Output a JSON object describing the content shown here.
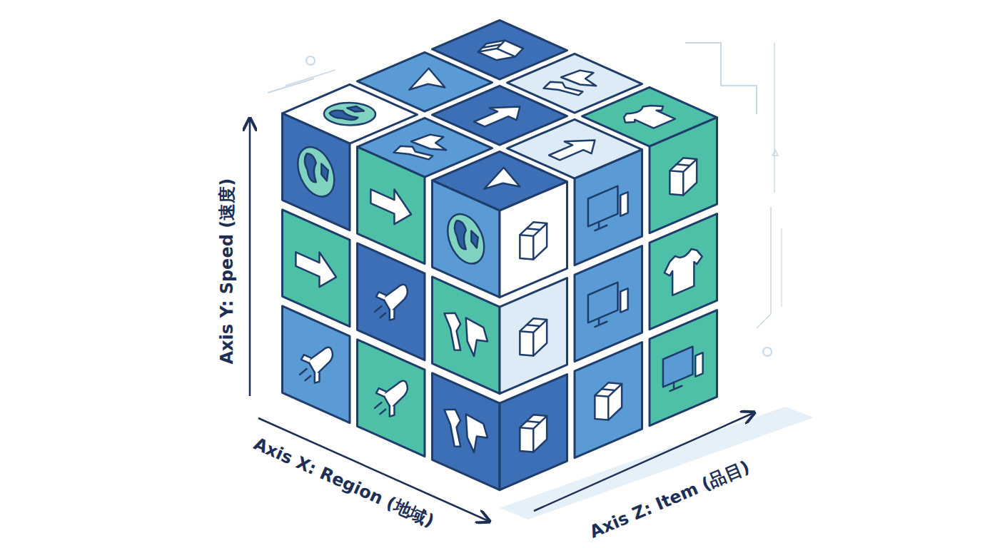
{
  "diagram": {
    "labels": [
      "Axis Y: Speed (速度)",
      "Axis X: Region (地域)",
      "Axis Z: Item (品目)"
    ]
  }
}
